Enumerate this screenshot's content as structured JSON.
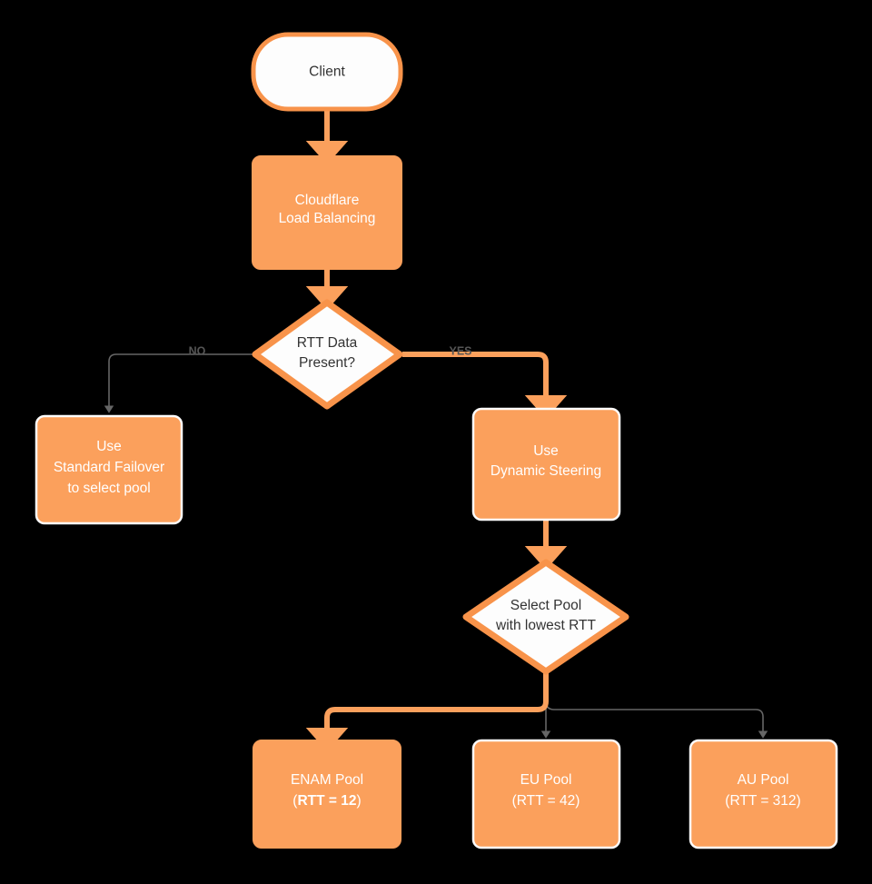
{
  "diagram": {
    "title": "Cloudflare Load Balancing RTT steering flowchart",
    "background_color": "#000000",
    "node_fill": "#fba05c",
    "node_stroke": "#f8934a",
    "white_fill": "#fdfdfd",
    "active_edge_color": "#fba05c",
    "inactive_edge_color": "#666666",
    "node_text_color": "#ffffff",
    "diamond_text_color": "#333333",
    "edge_label_color": "#555555"
  },
  "nodes": {
    "client": {
      "label": "Client",
      "shape": "stadium",
      "fill": "white"
    },
    "lb": {
      "line1": "Cloudflare",
      "line2": "Load Balancing",
      "shape": "rect",
      "fill": "orange"
    },
    "rtt_decision": {
      "line1": "RTT Data",
      "line2": "Present?",
      "shape": "diamond",
      "fill": "white"
    },
    "failover": {
      "line1": "Use",
      "line2": "Standard Failover",
      "line3": "to select pool",
      "shape": "rect",
      "fill": "orange"
    },
    "dynamic": {
      "line1": "Use",
      "line2": "Dynamic Steering",
      "shape": "rect",
      "fill": "orange"
    },
    "select_pool": {
      "line1": "Select Pool",
      "line2": "with lowest RTT",
      "shape": "diamond",
      "fill": "white"
    },
    "enam_pool": {
      "line1": "ENAM Pool",
      "line2_open": "(",
      "line2_bold": "RTT = 12",
      "line2_close": ")",
      "shape": "rect",
      "fill": "orange",
      "selected": true
    },
    "eu_pool": {
      "line1": "EU Pool",
      "line2": "(RTT = 42)",
      "shape": "rect",
      "fill": "orange",
      "selected": false
    },
    "au_pool": {
      "line1": "AU Pool",
      "line2": "(RTT = 312)",
      "shape": "rect",
      "fill": "orange",
      "selected": false
    }
  },
  "edges": {
    "client_to_lb": {
      "label": "",
      "active": true
    },
    "lb_to_decision": {
      "label": "",
      "active": true
    },
    "decision_to_failover": {
      "label": "NO",
      "active": false
    },
    "decision_to_dynamic": {
      "label": "YES",
      "active": true
    },
    "dynamic_to_select": {
      "label": "",
      "active": true
    },
    "select_to_enam": {
      "label": "",
      "active": true
    },
    "select_to_eu": {
      "label": "",
      "active": false
    },
    "select_to_au": {
      "label": "",
      "active": false
    }
  }
}
